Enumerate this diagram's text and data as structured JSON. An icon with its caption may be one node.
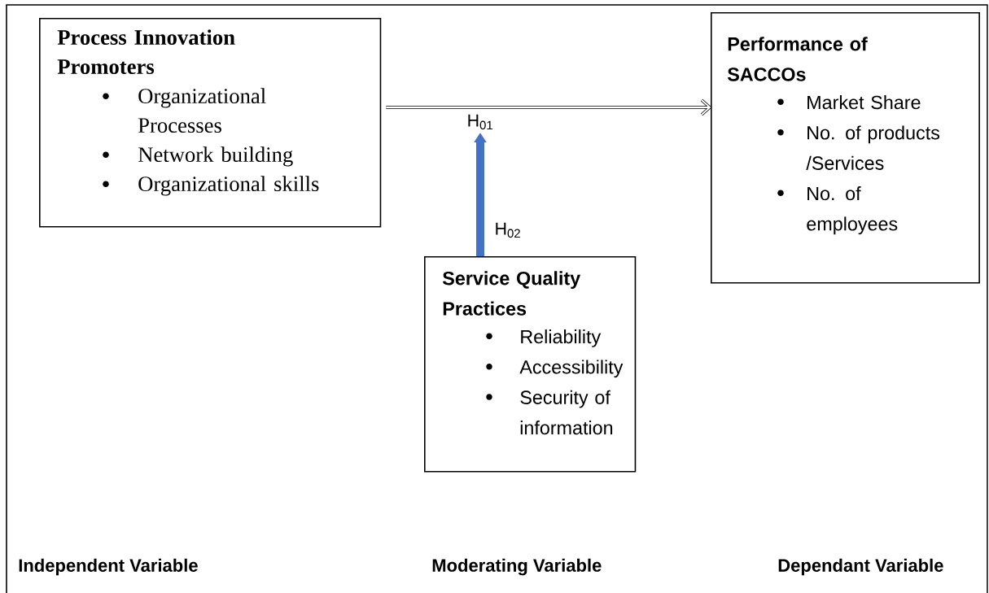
{
  "diagram": {
    "nodes": [
      {
        "text": [
          "Process Innovation Promoters",
          "Organizational Processes",
          "Network building",
          "Organizational skills"
        ]
      },
      {
        "text": [
          "Performance of SACCOs",
          "Market Share",
          "No. of products /Services",
          "No. of employees"
        ]
      },
      {
        "text": [
          "Service Quality Practices",
          "Reliability",
          "Accessibility",
          "Security of information"
        ]
      }
    ],
    "edges": [
      {
        "from": 0,
        "to": 1,
        "arrow": "to",
        "label": "H$_{01}$"
      },
      {
        "from": 2,
        "to": null,
        "arrow": "to",
        "label": "H$_{02}$",
        "style": "thick",
        "color": "#4472c4"
      }
    ],
    "labels": [
      "Independent Variable",
      "Moderating Variable",
      "Dependant Variable"
    ]
  }
}
